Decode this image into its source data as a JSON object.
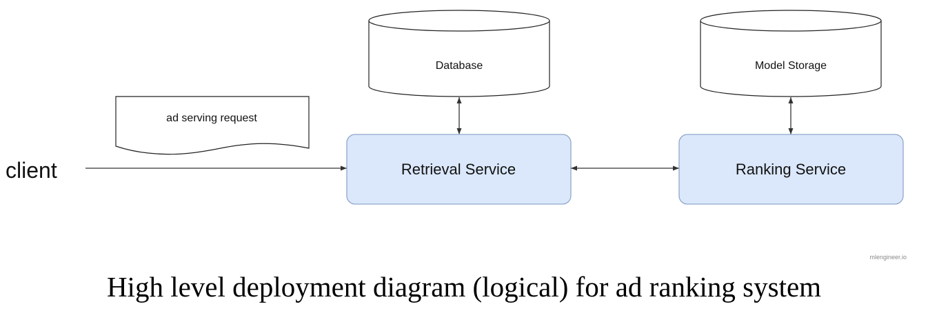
{
  "diagram": {
    "client_label": "client",
    "document_label": "ad serving request",
    "nodes": {
      "retrieval": "Retrieval Service",
      "ranking": "Ranking Service",
      "database": "Database",
      "model_storage": "Model Storage"
    },
    "watermark": "mlengineer.io",
    "colors": {
      "service_fill": "#dbe8fb",
      "service_stroke": "#8fa6c9",
      "line": "#333333"
    }
  },
  "caption": "High level deployment diagram (logical) for ad ranking system"
}
